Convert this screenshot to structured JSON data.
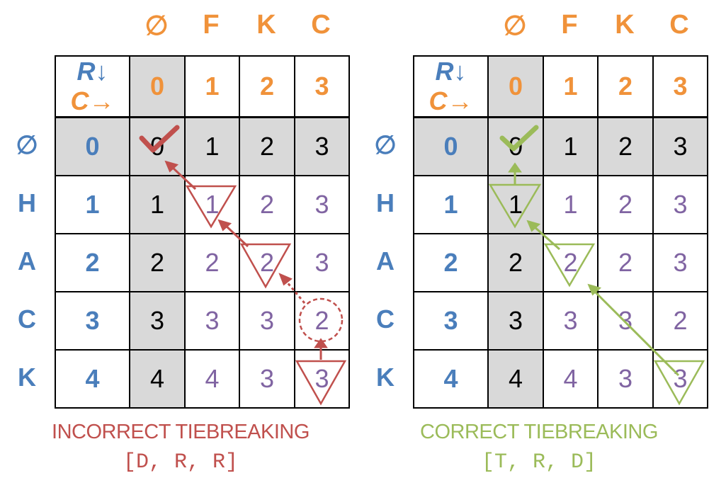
{
  "col_letters": [
    "∅",
    "F",
    "K",
    "C"
  ],
  "row_letters": [
    "∅",
    "H",
    "A",
    "C",
    "K"
  ],
  "corner": {
    "r": "R",
    "down": "↓",
    "c": "C",
    "right": "→"
  },
  "col_index": [
    "0",
    "1",
    "2",
    "3"
  ],
  "row_index": [
    "0",
    "1",
    "2",
    "3",
    "4"
  ],
  "panels": [
    {
      "id": "incorrect",
      "title": "INCORRECT TIEBREAKING",
      "path": "[D, R, R]",
      "color": "#C0504D",
      "matrix": [
        [
          "0",
          "1",
          "2",
          "3"
        ],
        [
          "1",
          "1",
          "2",
          "3"
        ],
        [
          "2",
          "2",
          "2",
          "3"
        ],
        [
          "3",
          "3",
          "3",
          "2"
        ],
        [
          "4",
          "4",
          "3",
          "3"
        ]
      ]
    },
    {
      "id": "correct",
      "title": "CORRECT TIEBREAKING",
      "path": "[T, R, D]",
      "color": "#9BBB59",
      "matrix": [
        [
          "0",
          "1",
          "2",
          "3"
        ],
        [
          "1",
          "1",
          "2",
          "3"
        ],
        [
          "2",
          "2",
          "2",
          "3"
        ],
        [
          "3",
          "3",
          "3",
          "2"
        ],
        [
          "4",
          "4",
          "3",
          "3"
        ]
      ]
    }
  ]
}
